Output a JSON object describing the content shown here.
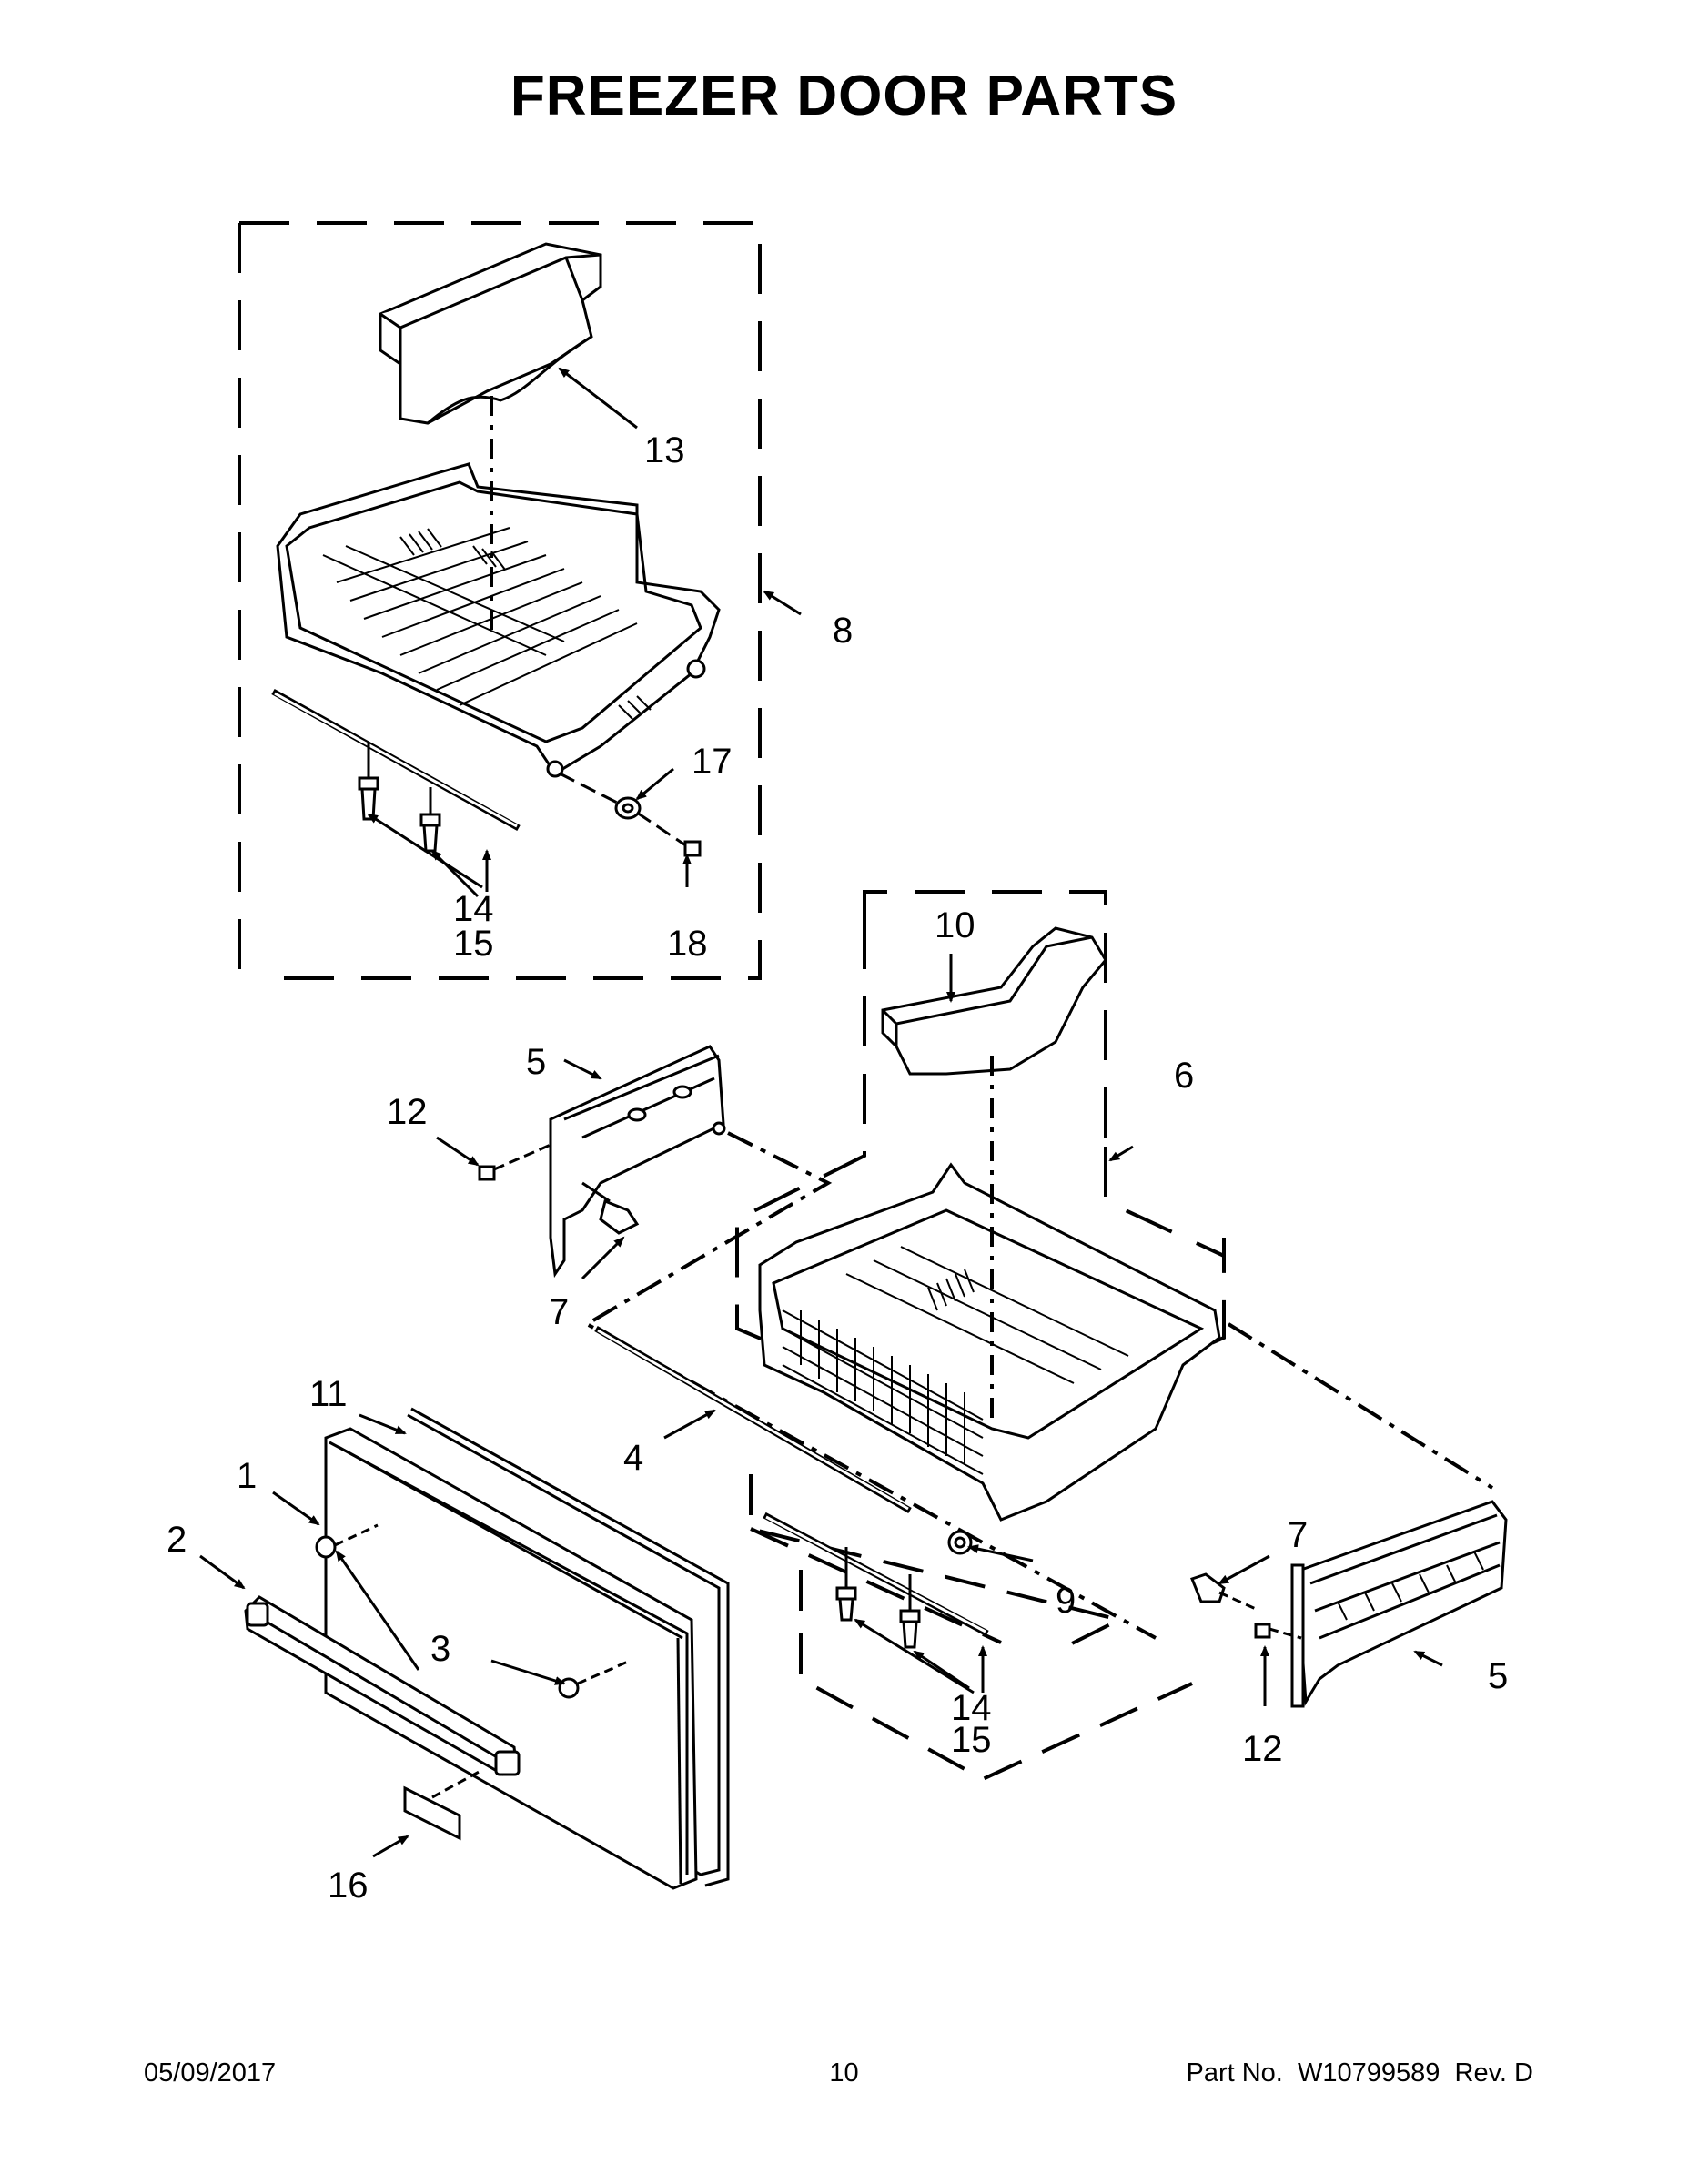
{
  "title": "FREEZER DOOR PARTS",
  "footer": {
    "date": "05/09/2017",
    "page": "10",
    "part_prefix": "Part No.",
    "part_number": "W10799589",
    "revision": "Rev. D"
  },
  "callouts": {
    "c1": "1",
    "c2": "2",
    "c3": "3",
    "c4": "4",
    "c5a": "5",
    "c5b": "5",
    "c6": "6",
    "c7a": "7",
    "c7b": "7",
    "c8": "8",
    "c9": "9",
    "c10": "10",
    "c11": "11",
    "c12a": "12",
    "c12b": "12",
    "c13": "13",
    "c14a": "14",
    "c15a": "15",
    "c14b": "14",
    "c15b": "15",
    "c16": "16",
    "c17": "17",
    "c18": "18"
  }
}
